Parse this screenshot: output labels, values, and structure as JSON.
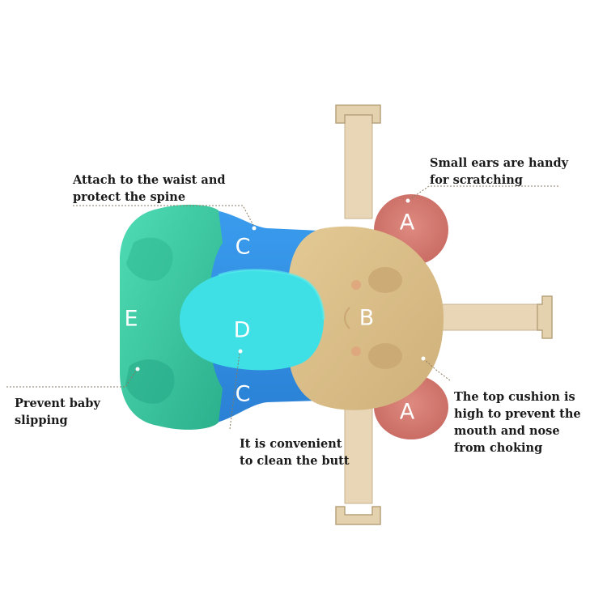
{
  "zones": {
    "a_top": "A",
    "a_bottom": "A",
    "b": "B",
    "c_top": "C",
    "c_bottom": "C",
    "d": "D",
    "e": "E"
  },
  "callouts": {
    "waist": [
      "Attach to the waist and",
      "protect the spine"
    ],
    "ears": [
      "Small ears are handy",
      "for scratching"
    ],
    "slipping": [
      "Prevent baby",
      "slipping"
    ],
    "butt": [
      "It is convenient",
      "to clean the butt"
    ],
    "cushion": [
      "The top cushion is",
      "high to prevent the",
      "mouth and nose",
      "from choking"
    ]
  },
  "colors": {
    "green_zone": "#3dc6a0",
    "blue_zone": "#2f8fe0",
    "cyan_zone": "#3ee0e6",
    "head_zone": "#dcc08e",
    "ear_zone": "#d97a72",
    "strap": "#e8d6b6",
    "leader_line": "#8a7a60"
  }
}
